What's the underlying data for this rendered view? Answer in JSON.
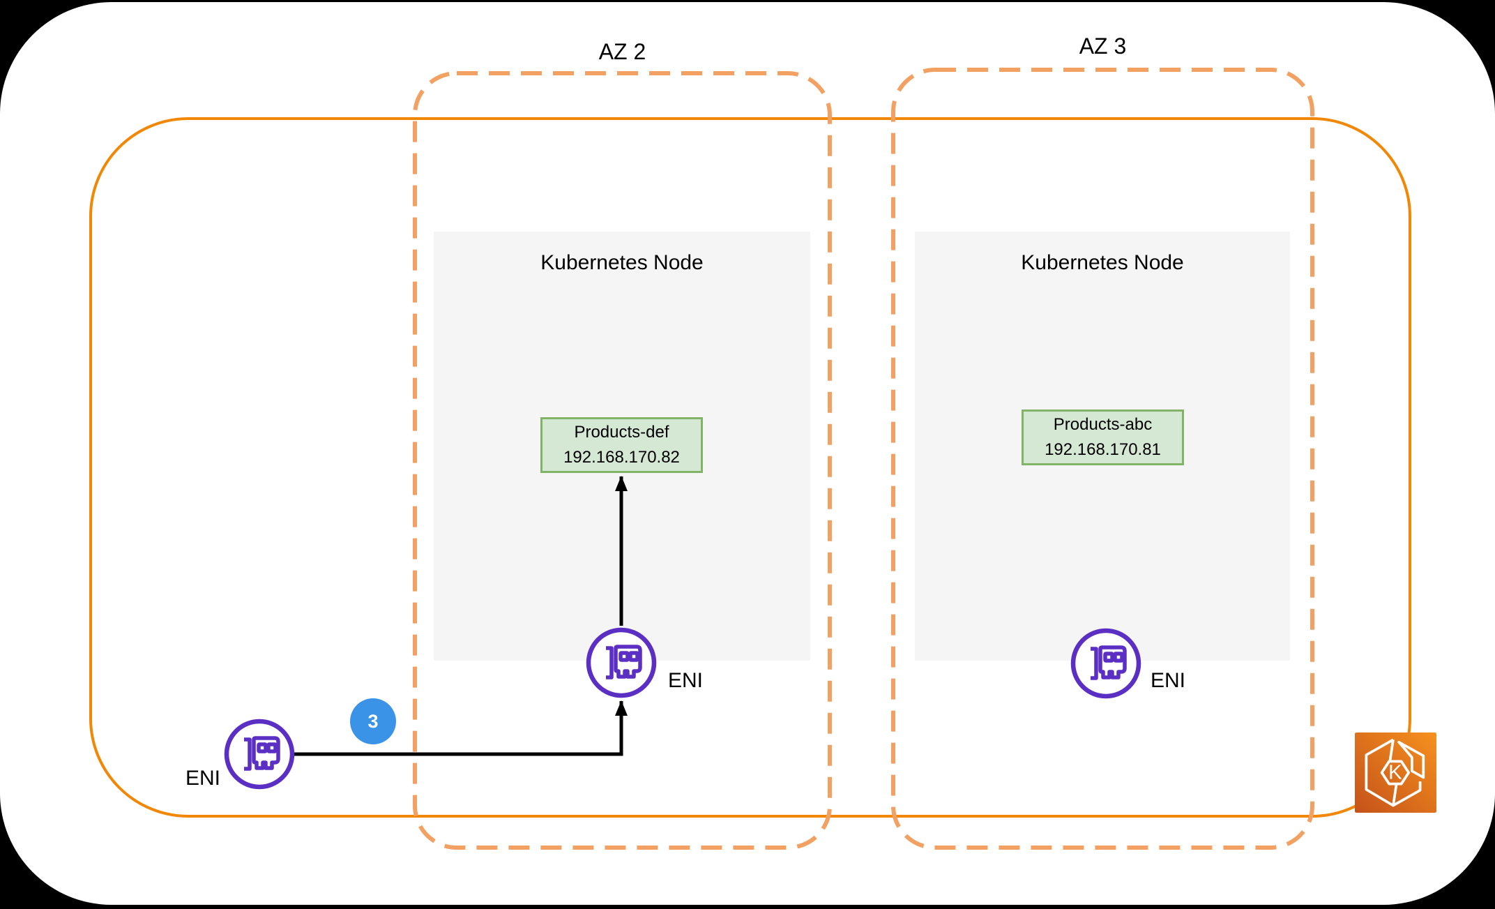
{
  "zones": [
    {
      "label": "AZ 2"
    },
    {
      "label": "AZ 3"
    }
  ],
  "nodes": [
    {
      "title": "Kubernetes Node",
      "pod_name": "Products-def",
      "pod_ip": "192.168.170.82",
      "eni_label": "ENI"
    },
    {
      "title": "Kubernetes Node",
      "pod_name": "Products-abc",
      "pod_ip": "192.168.170.81",
      "eni_label": "ENI"
    }
  ],
  "external_eni": {
    "label": "ENI"
  },
  "badge": {
    "value": "3"
  },
  "eks": {
    "letter": "K"
  },
  "icons": {
    "eni": "network-interface-card-icon",
    "eks": "amazon-eks-icon",
    "badge": "step-number-badge"
  },
  "colors": {
    "orange_solid": "#F28705",
    "orange_dashed": "#F3A162",
    "node_fill": "#F5F5F5",
    "pod_fill": "#D5E8D4",
    "pod_border": "#82B366",
    "eni_purple": "#5B2EC4",
    "badge_blue": "#3B93E8",
    "eks_top": "#F6911E",
    "eks_bottom": "#C5521A",
    "arrow_black": "#000000"
  }
}
